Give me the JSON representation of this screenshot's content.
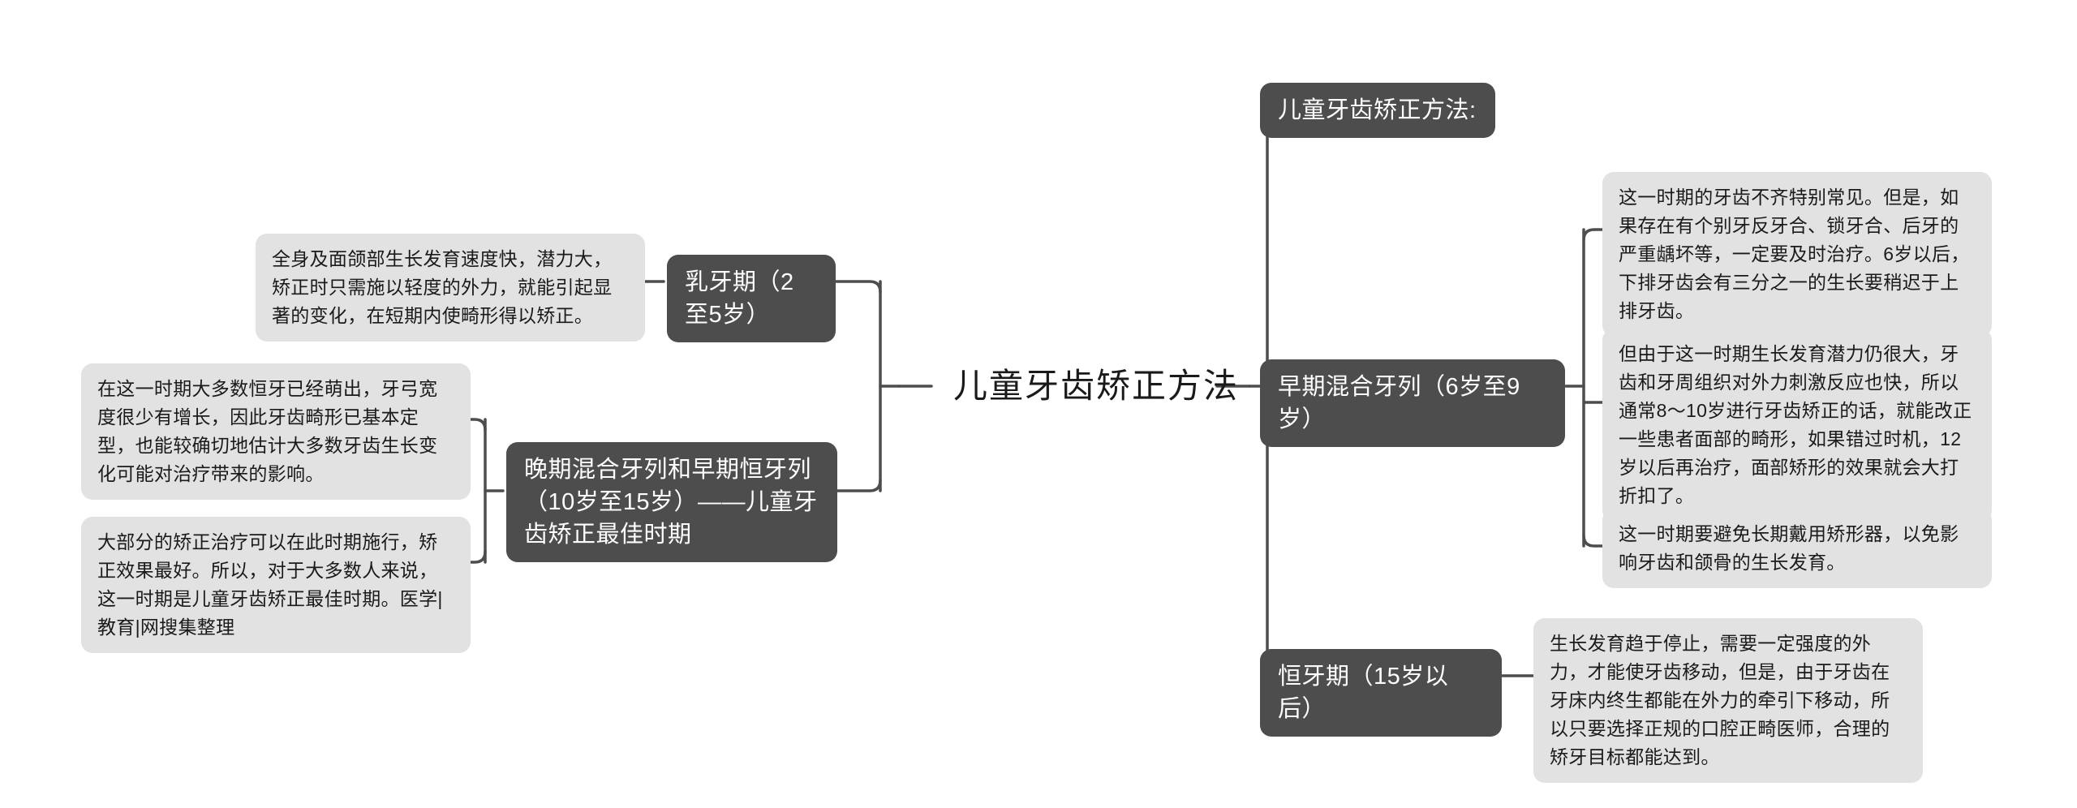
{
  "diagram": {
    "type": "mind-map",
    "root": {
      "label": "儿童牙齿矫正方法"
    },
    "branches_left": [
      {
        "id": "deciduous",
        "label": "乳牙期（2至5岁）",
        "leaves": [
          "全身及面颌部生长发育速度快，潜力大，矫正时只需施以轻度的外力，就能引起显著的变化，在短期内使畸形得以矫正。"
        ]
      },
      {
        "id": "late-mixed",
        "label": "晚期混合牙列和早期恒牙列（10岁至15岁）——儿童牙齿矫正最佳时期",
        "leaves": [
          "在这一时期大多数恒牙已经萌出，牙弓宽度很少有增长，因此牙齿畸形已基本定型，也能较确切地估计大多数牙齿生长变化可能对治疗带来的影响。",
          "大部分的矫正治疗可以在此时期施行，矫正效果最好。所以，对于大多数人来说，这一时期是儿童牙齿矫正最佳时期。医学|教育|网搜集整理"
        ]
      }
    ],
    "branches_right": [
      {
        "id": "methods",
        "label": "儿童牙齿矫正方法:",
        "leaves": []
      },
      {
        "id": "early-mixed",
        "label": "早期混合牙列（6岁至9岁）",
        "leaves": [
          "这一时期的牙齿不齐特别常见。但是，如果存在有个别牙反牙合、锁牙合、后牙的严重龋坏等，一定要及时治疗。6岁以后，下排牙齿会有三分之一的生长要稍迟于上排牙齿。",
          "但由于这一时期生长发育潜力仍很大，牙齿和牙周组织对外力刺激反应也快，所以通常8～10岁进行牙齿矫正的话，就能改正一些患者面部的畸形，如果错过时机，12岁以后再治疗，面部矫形的效果就会大打折扣了。",
          "这一时期要避免长期戴用矫形器，以免影响牙齿和颌骨的生长发育。"
        ]
      },
      {
        "id": "permanent",
        "label": "恒牙期（15岁以后）",
        "leaves": [
          "生长发育趋于停止，需要一定强度的外力，才能使牙齿移动，但是，由于牙齿在牙床内终生都能在外力的牵引下移动，所以只要选择正规的口腔正畸医师，合理的矫牙目标都能达到。"
        ]
      }
    ],
    "colors": {
      "branch_node_bg": "#4d4d4d",
      "branch_node_text": "#ffffff",
      "leaf_node_bg": "#e2e2e2",
      "leaf_node_text": "#1a1a1a",
      "connector": "#4d4d4d",
      "root_text": "#1a1a1a",
      "background": "#ffffff"
    }
  }
}
